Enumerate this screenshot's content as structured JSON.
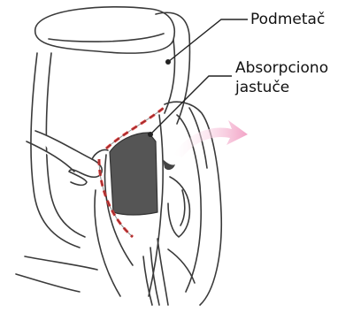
{
  "labels": {
    "podmetac": "Podmetač",
    "absorpciono_line1": "Absorpciono",
    "absorpciono_line2": "jastuče"
  },
  "colors": {
    "outline": "#3a3a3a",
    "pad_fill": "#555555",
    "dashed_border": "#e03a3a",
    "arrow": "#f2a3c6",
    "leader_line": "#222222"
  },
  "icons": {
    "arrow": "curved-arrow-right"
  }
}
